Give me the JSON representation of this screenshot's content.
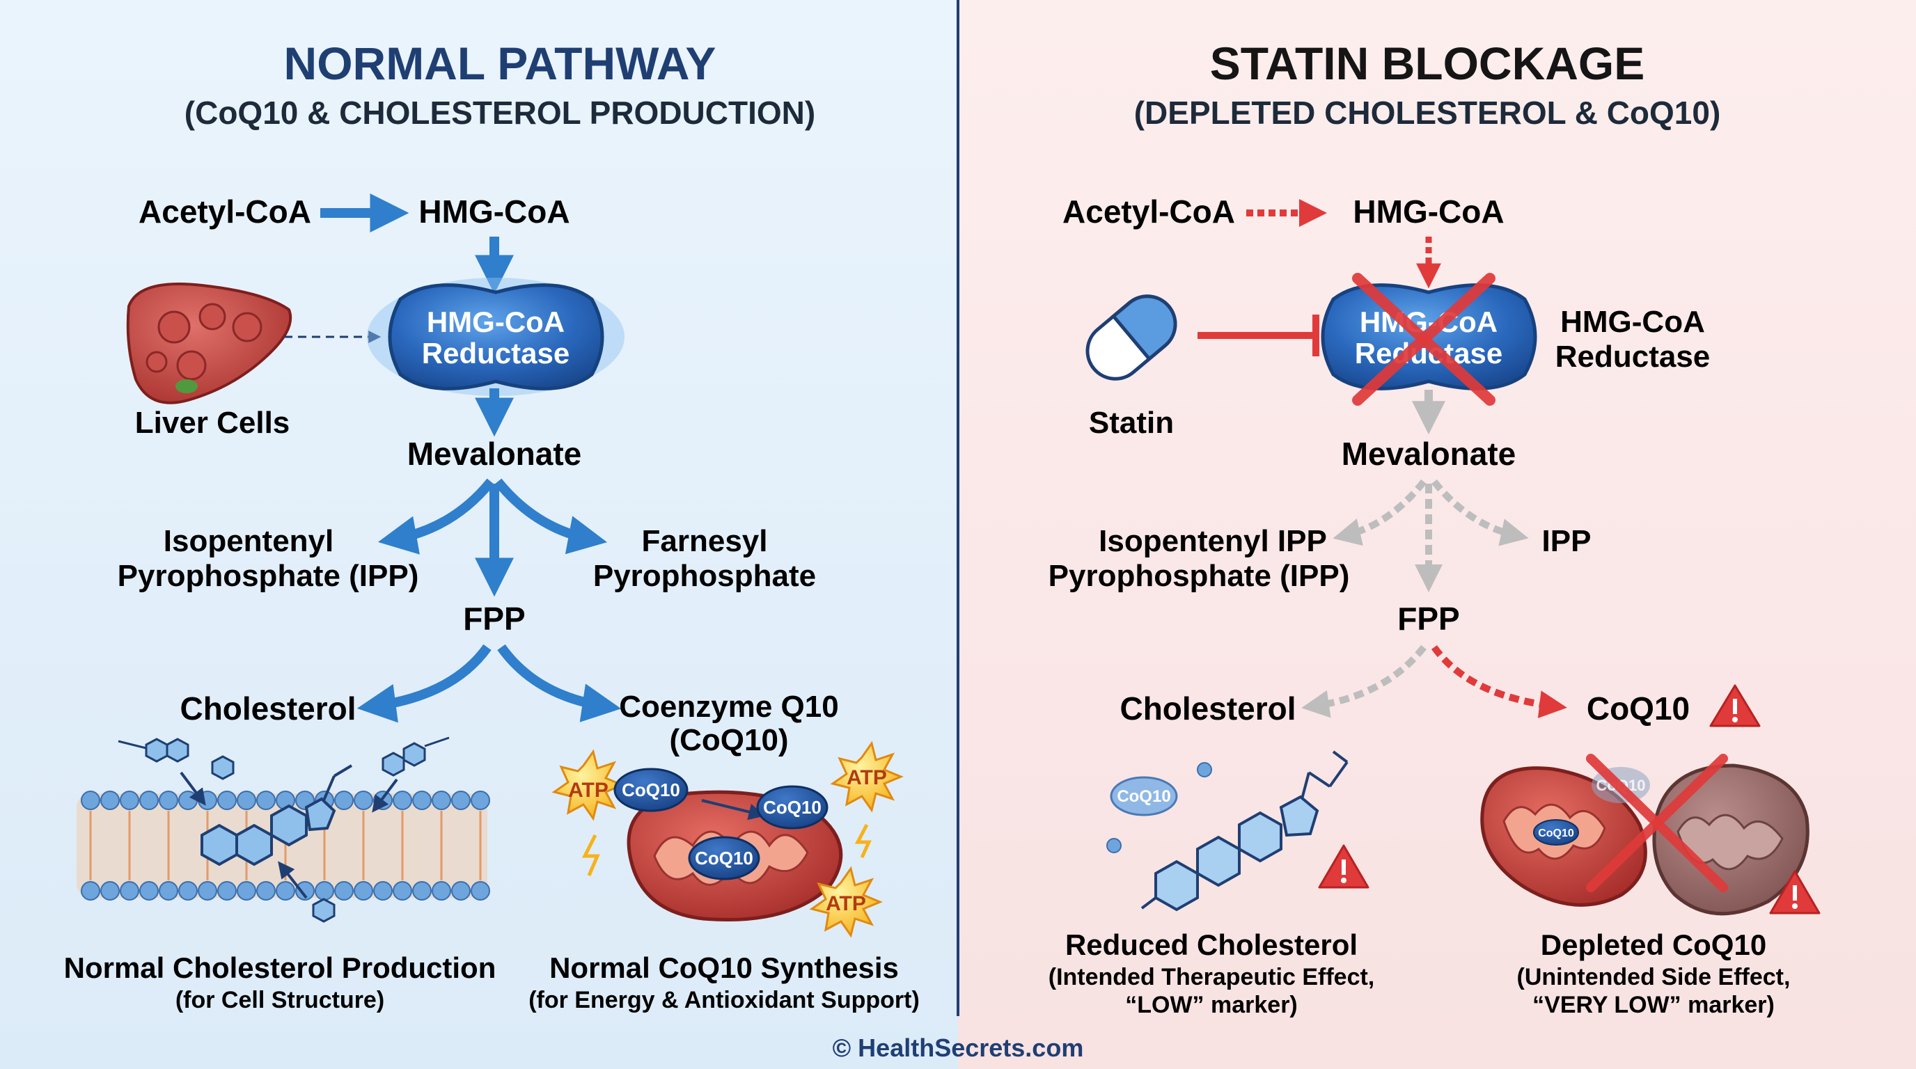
{
  "colors": {
    "left_bg": "#e6f1fa",
    "right_bg": "#fbe8e8",
    "left_title": "#1f3f73",
    "right_title": "#151515",
    "blue_arrow": "#2f7fcc",
    "red": "#e03a3a",
    "gray_arrow": "#bdbdbd",
    "enzyme_blue": "#2a68bd"
  },
  "left": {
    "title": "NORMAL PATHWAY",
    "subtitle": "(CoQ10 & CHOLESTEROL PRODUCTION)",
    "acetyl": "Acetyl-CoA",
    "hmg": "HMG-CoA",
    "enzyme_line1": "HMG-CoA",
    "enzyme_line2": "Reductase",
    "liver": "Liver Cells",
    "mevalonate": "Mevalonate",
    "ipp_line1": "Isopentenyl",
    "ipp_line2": "Pyrophosphate (IPP)",
    "farnesyl_line1": "Farnesyl",
    "farnesyl_line2": "Pyrophosphate",
    "fpp": "FPP",
    "cholesterol": "Cholesterol",
    "coq_line1": "Coenzyme Q10",
    "coq_line2": "(CoQ10)",
    "atp": "ATP",
    "coq_badge": "CoQ10",
    "result1_title": "Normal Cholesterol Production",
    "result1_sub": "(for Cell Structure)",
    "result2_title": "Normal CoQ10 Synthesis",
    "result2_sub": "(for Energy & Antioxidant Support)"
  },
  "right": {
    "title": "STATIN BLOCKAGE",
    "subtitle": "(DEPLETED CHOLESTEROL & CoQ10)",
    "acetyl": "Acetyl-CoA",
    "hmg": "HMG-CoA",
    "enzyme_line1": "HMG-CoA",
    "enzyme_line2": "Reductase",
    "enzyme_label_line1": "HMG-CoA",
    "enzyme_label_line2": "Reductase",
    "statin": "Statin",
    "mevalonate": "Mevalonate",
    "ipp_line1": "Isopentenyl IPP",
    "ipp_line2": "Pyrophosphate (IPP)",
    "ipp_right": "IPP",
    "fpp": "FPP",
    "cholesterol": "Cholesterol",
    "coq": "CoQ10",
    "coq_badge": "CoQ10",
    "result1_title": "Reduced Cholesterol",
    "result1_sub1": "(Intended Therapeutic Effect,",
    "result1_sub2": "“LOW” marker)",
    "result2_title": "Depleted CoQ10",
    "result2_sub1": "(Unintended Side Effect,",
    "result2_sub2": "“VERY LOW” marker)"
  },
  "footer": "© HealthSecrets.com"
}
